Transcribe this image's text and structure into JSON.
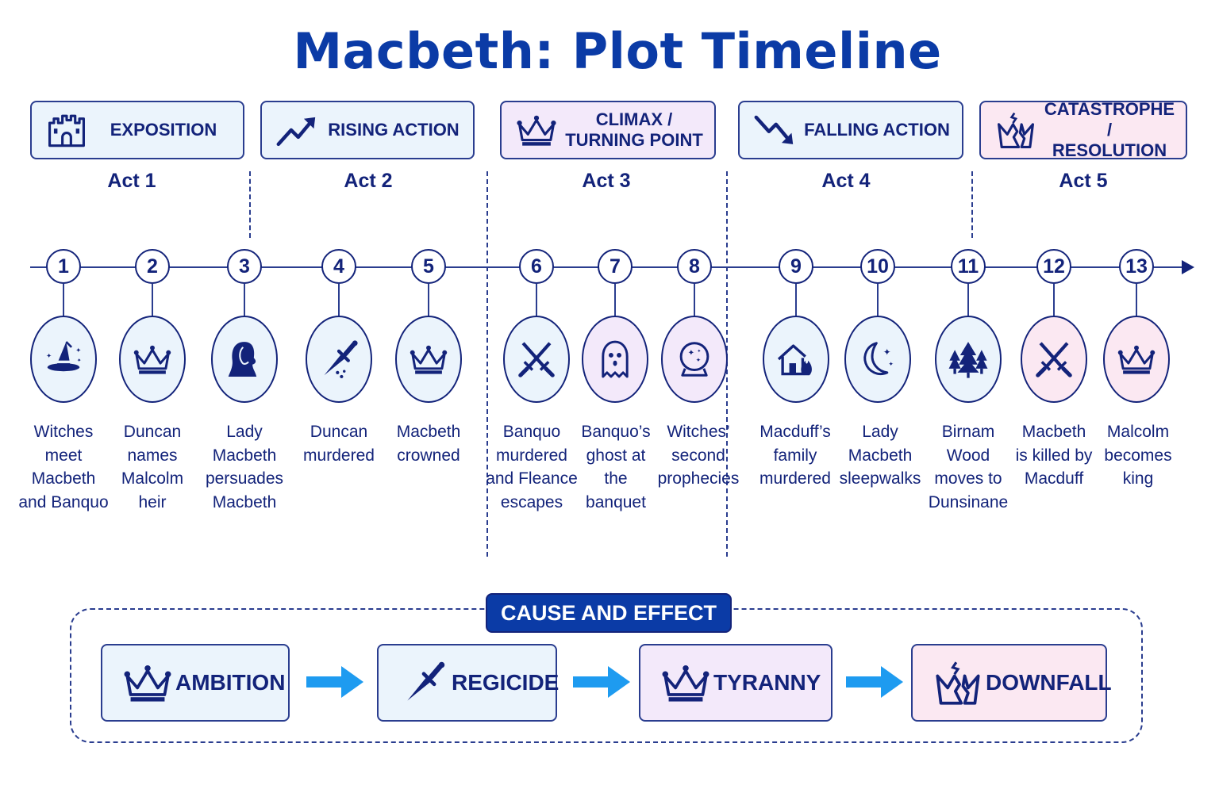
{
  "title": "Macbeth: Plot Timeline",
  "phases": [
    {
      "label": "EXPOSITION",
      "icon": "castle-icon"
    },
    {
      "label": "RISING ACTION",
      "icon": "trend-up-icon"
    },
    {
      "label": "CLIMAX /\nTURNING POINT",
      "icon": "crown-icon"
    },
    {
      "label": "FALLING ACTION",
      "icon": "trend-down-icon"
    },
    {
      "label": "CATASTROPHE /\nRESOLUTION",
      "icon": "broken-crown-icon"
    }
  ],
  "acts": [
    "Act 1",
    "Act 2",
    "Act 3",
    "Act 4",
    "Act 5"
  ],
  "events": [
    {
      "num": "1",
      "label": "Witches\nmeet\nMacbeth\nand Banquo",
      "icon": "witch-hat-icon"
    },
    {
      "num": "2",
      "label": "Duncan\nnames\nMalcolm\nheir",
      "icon": "crown-icon"
    },
    {
      "num": "3",
      "label": "Lady\nMacbeth\npersuades\nMacbeth",
      "icon": "woman-profile-icon"
    },
    {
      "num": "4",
      "label": "Duncan\nmurdered",
      "icon": "dagger-icon"
    },
    {
      "num": "5",
      "label": "Macbeth\ncrowned",
      "icon": "crown-icon"
    },
    {
      "num": "6",
      "label": "Banquo\nmurdered\nand Fleance\nescapes",
      "icon": "crossed-swords-icon"
    },
    {
      "num": "7",
      "label": "Banquo’s\nghost at\nthe\nbanquet",
      "icon": "ghost-icon"
    },
    {
      "num": "8",
      "label": "Witches’\nsecond\nprophecies",
      "icon": "crystal-ball-icon"
    },
    {
      "num": "9",
      "label": "Macduff’s\nfamily\nmurdered",
      "icon": "burning-house-icon"
    },
    {
      "num": "10",
      "label": "Lady\nMacbeth\nsleepwalks",
      "icon": "moon-icon"
    },
    {
      "num": "11",
      "label": "Birnam\nWood\nmoves to\nDunsinane",
      "icon": "trees-icon"
    },
    {
      "num": "12",
      "label": "Macbeth\nis killed by\nMacduff",
      "icon": "crossed-swords-icon"
    },
    {
      "num": "13",
      "label": "Malcolm\nbecomes\nking",
      "icon": "crown-icon"
    }
  ],
  "cause_effect": {
    "title": "CAUSE AND EFFECT",
    "items": [
      {
        "label": "AMBITION",
        "icon": "crown-icon"
      },
      {
        "label": "REGICIDE",
        "icon": "dagger-icon"
      },
      {
        "label": "TYRANNY",
        "icon": "crown-icon"
      },
      {
        "label": "DOWNFALL",
        "icon": "broken-crown-icon"
      }
    ],
    "arrow_color": "#1e9bf0"
  },
  "colors": {
    "title": "#0b3ba6",
    "ink": "#13237a",
    "fill_blue": "#ebf4fc",
    "fill_purple": "#f3e9fa",
    "fill_pink": "#fbe8f2"
  }
}
